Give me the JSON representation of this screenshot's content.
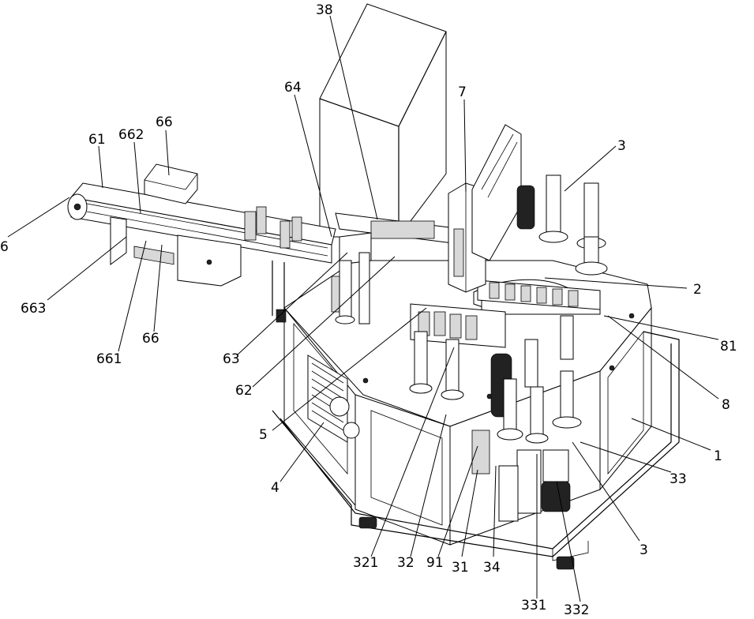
{
  "drawing": {
    "subject": "automated assembly machine",
    "labels": [
      {
        "id": "38",
        "text": "38"
      },
      {
        "id": "64",
        "text": "64"
      },
      {
        "id": "7",
        "text": "7"
      },
      {
        "id": "66a",
        "text": "66"
      },
      {
        "id": "662",
        "text": "662"
      },
      {
        "id": "61",
        "text": "61"
      },
      {
        "id": "3a",
        "text": "3"
      },
      {
        "id": "6",
        "text": "6"
      },
      {
        "id": "2",
        "text": "2"
      },
      {
        "id": "663",
        "text": "663"
      },
      {
        "id": "81",
        "text": "81"
      },
      {
        "id": "66b",
        "text": "66"
      },
      {
        "id": "661",
        "text": "661"
      },
      {
        "id": "63",
        "text": "63"
      },
      {
        "id": "8",
        "text": "8"
      },
      {
        "id": "62",
        "text": "62"
      },
      {
        "id": "1",
        "text": "1"
      },
      {
        "id": "5",
        "text": "5"
      },
      {
        "id": "33",
        "text": "33"
      },
      {
        "id": "4",
        "text": "4"
      },
      {
        "id": "3b",
        "text": "3"
      },
      {
        "id": "321",
        "text": "321"
      },
      {
        "id": "32",
        "text": "32"
      },
      {
        "id": "91",
        "text": "91"
      },
      {
        "id": "31",
        "text": "31"
      },
      {
        "id": "34",
        "text": "34"
      },
      {
        "id": "331",
        "text": "331"
      },
      {
        "id": "332",
        "text": "332"
      }
    ]
  }
}
